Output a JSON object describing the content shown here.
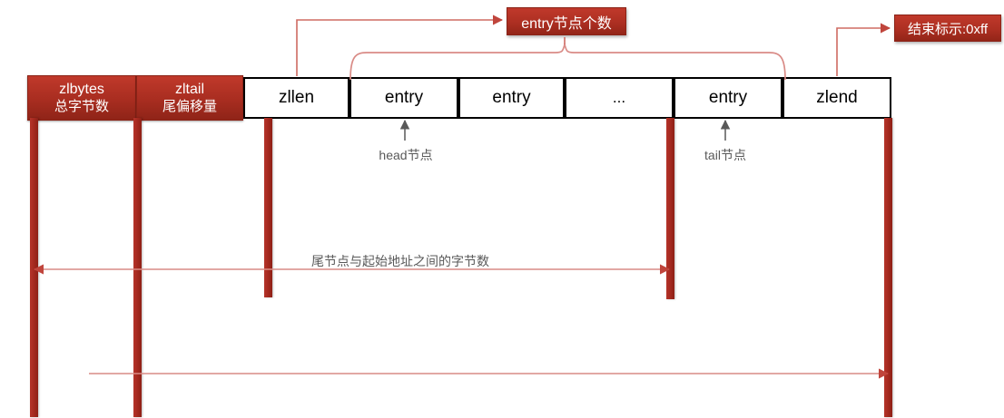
{
  "diagram": {
    "title": "ziplist-structure",
    "colors": {
      "red_fill": "#a82d20",
      "red_border": "#8b2317",
      "connector_red": "#d98b86",
      "arrow_gray": "#595959",
      "cell_border": "#000000",
      "text_light": "#ffffff",
      "text_dark": "#000000"
    },
    "table": {
      "cells": [
        {
          "id": "zlbytes",
          "style": "red",
          "line1": "zlbytes",
          "line2": "总字节数"
        },
        {
          "id": "zltail",
          "style": "red",
          "line1": "zltail",
          "line2": "尾偏移量"
        },
        {
          "id": "zllen",
          "style": "white",
          "line1": "zllen",
          "line2": ""
        },
        {
          "id": "entry1",
          "style": "white",
          "line1": "entry",
          "line2": ""
        },
        {
          "id": "entry2",
          "style": "white",
          "line1": "entry",
          "line2": ""
        },
        {
          "id": "ellipsis",
          "style": "white",
          "line1": "...",
          "line2": ""
        },
        {
          "id": "entryN",
          "style": "white",
          "line1": "entry",
          "line2": ""
        },
        {
          "id": "zlend",
          "style": "white",
          "line1": "zlend",
          "line2": ""
        }
      ]
    },
    "callouts": [
      {
        "id": "entry-count",
        "label": "entry节点个数"
      },
      {
        "id": "end-marker",
        "label": "结束标示:0xff"
      }
    ],
    "notes": [
      {
        "id": "head-node",
        "label": "head节点"
      },
      {
        "id": "tail-node",
        "label": "tail节点"
      },
      {
        "id": "tail-offset",
        "label": "尾节点与起始地址之间的字节数"
      }
    ]
  }
}
